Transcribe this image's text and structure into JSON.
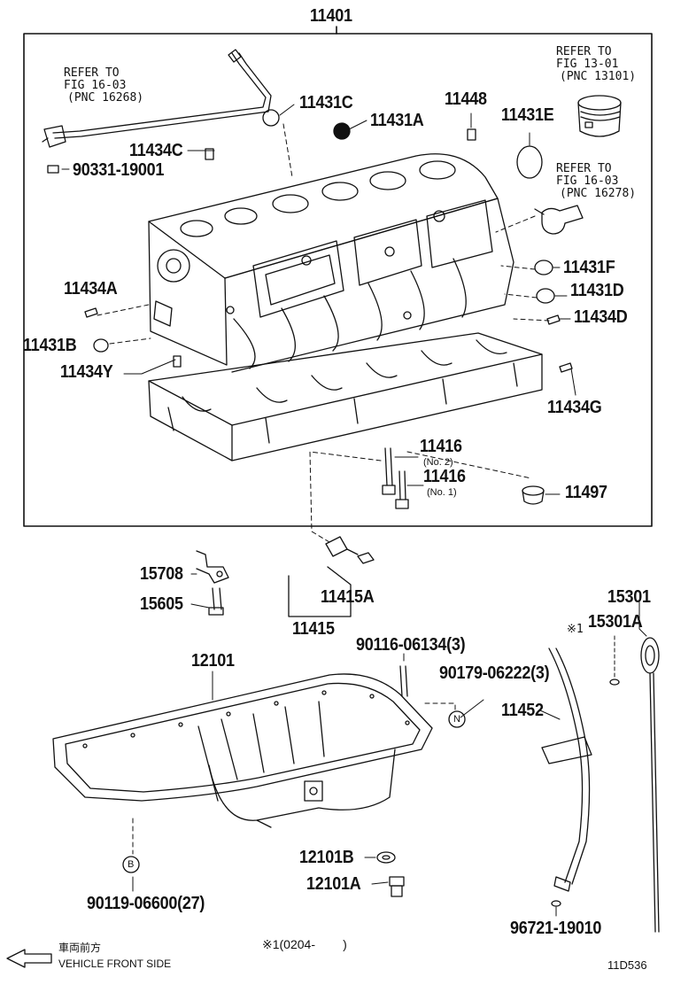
{
  "assembly": {
    "label": "11401"
  },
  "callouts": {
    "p11431C": "11431C",
    "p11431A": "11431A",
    "p11448": "11448",
    "p11431E": "11431E",
    "p11434C": "11434C",
    "p90331": "90331-19001",
    "p11431F": "11431F",
    "p11434A": "11434A",
    "p11431D": "11431D",
    "p11434D": "11434D",
    "p11431B": "11431B",
    "p11434Y": "11434Y",
    "p11434G": "11434G",
    "p11416a": "11416",
    "p11416b": "11416",
    "p11497": "11497",
    "p15708": "15708",
    "p15605": "15605",
    "p11415A": "11415A",
    "p11415": "11415",
    "p15301": "15301",
    "p15301A": "15301A",
    "p12101": "12101",
    "p90116": "90116-06134(3)",
    "p90179": "90179-06222(3)",
    "p11452": "11452",
    "p12101B": "12101B",
    "p12101A": "12101A",
    "p90119": "90119-06600(27)",
    "p96721": "96721-19010"
  },
  "sublabels": {
    "no2": "(No. 2)",
    "no1": "(No. 1)"
  },
  "refs": {
    "r1_l1": "REFER TO",
    "r1_l2": "FIG 16-03",
    "r1_l3": "(PNC 16268)",
    "r2_l1": "REFER TO",
    "r2_l2": "FIG 13-01",
    "r2_l3": "(PNC 13101)",
    "r3_l1": "REFER TO",
    "r3_l2": "FIG 16-03",
    "r3_l3": "(PNC 16278)"
  },
  "markers": {
    "n": "N",
    "b": "B",
    "star": "※1"
  },
  "footer": {
    "note": "※1(0204-        )",
    "direction_jp": "車両前方",
    "direction_en": "VEHICLE FRONT SIDE",
    "figure_id": "11D536"
  }
}
